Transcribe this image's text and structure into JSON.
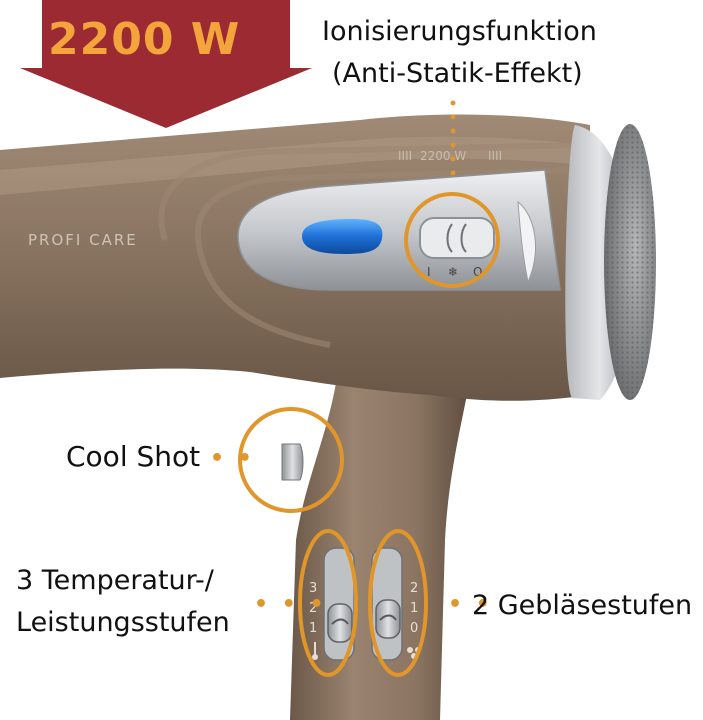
{
  "badge": {
    "text": "2200 W"
  },
  "callouts": {
    "ionization_line1": "Ionisierungsfunktion",
    "ionization_line2": "(Anti-Statik-Effekt)",
    "cool_shot": "Cool Shot",
    "temperature_line1": "3 Temperatur-/",
    "temperature_line2": "Leistungsstufen",
    "blower": "2 Gebläsestufen"
  },
  "device": {
    "brand": "PROFI CARE",
    "power_marking": "2200 W",
    "ion_switch_labels": [
      "I",
      "❄",
      "O"
    ],
    "temp_switch_labels": [
      "3",
      "2",
      "1"
    ],
    "blower_switch_labels": [
      "2",
      "1",
      "0"
    ]
  },
  "colors": {
    "badge": "#9b2a33",
    "badge_text": "#f3a53b",
    "accent_circle": "#e0962a",
    "body": "#8a7562",
    "chrome": "#c9ccd0",
    "button_blue": "#1e6fd6"
  }
}
